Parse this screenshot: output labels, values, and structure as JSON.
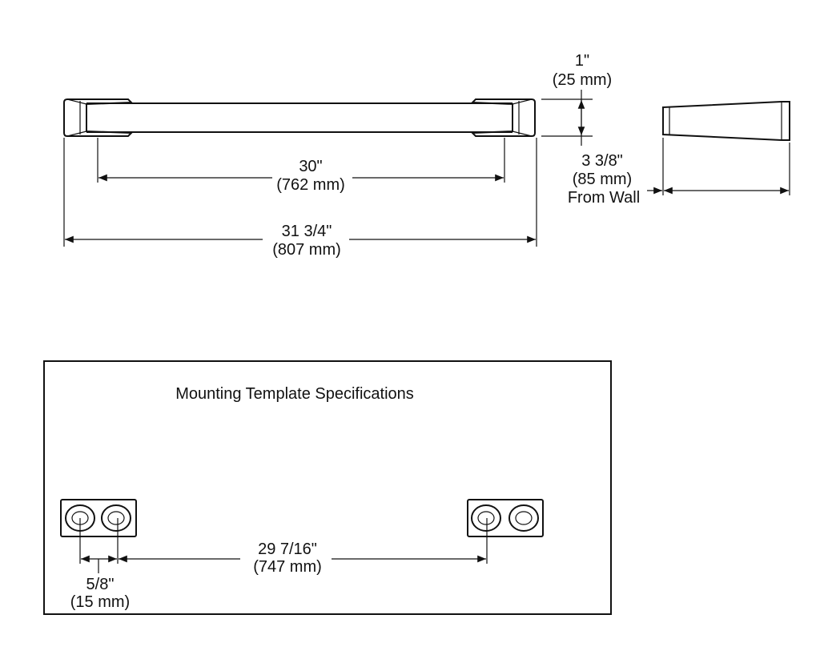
{
  "top_view": {
    "center_dim": {
      "imperial": "30\"",
      "metric": "(762 mm)"
    },
    "overall_dim": {
      "imperial": "31 3/4\"",
      "metric": "(807 mm)"
    },
    "height_dim": {
      "imperial": "1\"",
      "metric": "(25 mm)"
    }
  },
  "side_view": {
    "projection_dim": {
      "imperial": "3 3/8\"",
      "metric": "(85 mm)",
      "note": "From Wall"
    }
  },
  "template": {
    "title": "Mounting Template Specifications",
    "spacing_dim": {
      "imperial": "29 7/16\"",
      "metric": "(747 mm)"
    },
    "hole_offset_dim": {
      "imperial": "5/8\"",
      "metric": "(15 mm)"
    }
  },
  "colors": {
    "line": "#111111",
    "background": "#ffffff"
  }
}
